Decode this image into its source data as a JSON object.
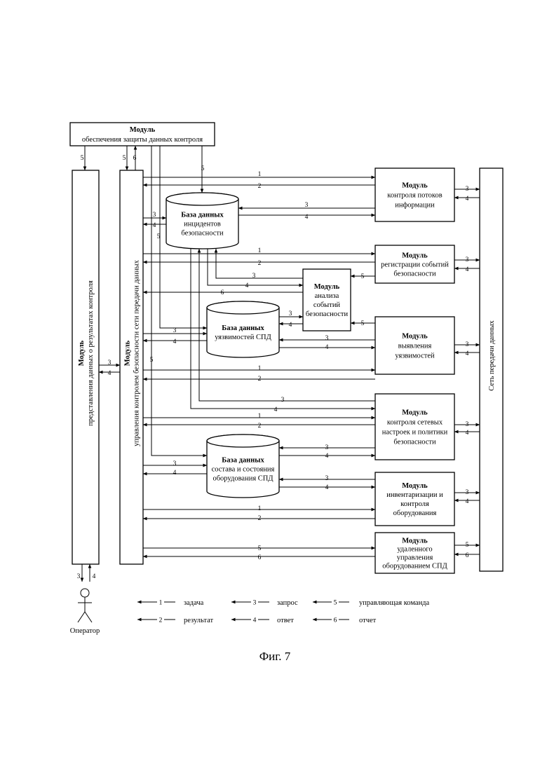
{
  "boxes": [
    {
      "id": "protect",
      "lines": [
        {
          "b": true,
          "t": "Модуль"
        },
        {
          "b": false,
          "t": "обеспечения защиты данных контроля"
        }
      ]
    },
    {
      "id": "flow",
      "lines": [
        {
          "b": true,
          "t": "Модуль"
        },
        {
          "b": false,
          "t": "контроля потоков"
        },
        {
          "b": false,
          "t": "информации"
        }
      ]
    },
    {
      "id": "registration",
      "lines": [
        {
          "b": true,
          "t": "Модуль"
        },
        {
          "b": false,
          "t": "регистрации событий"
        },
        {
          "b": false,
          "t": "безопасности"
        }
      ]
    },
    {
      "id": "analysis",
      "lines": [
        {
          "b": true,
          "t": "Модуль"
        },
        {
          "b": false,
          "t": "анализа"
        },
        {
          "b": false,
          "t": "событий"
        },
        {
          "b": false,
          "t": "безопасности"
        }
      ]
    },
    {
      "id": "vulndetect",
      "lines": [
        {
          "b": true,
          "t": "Модуль"
        },
        {
          "b": false,
          "t": "выявления"
        },
        {
          "b": false,
          "t": "уязвимостей"
        }
      ]
    },
    {
      "id": "netcontrol",
      "lines": [
        {
          "b": true,
          "t": "Модуль"
        },
        {
          "b": false,
          "t": "контроля сетевых"
        },
        {
          "b": false,
          "t": "настроек и политики"
        },
        {
          "b": false,
          "t": "безопасности"
        }
      ]
    },
    {
      "id": "inventory",
      "lines": [
        {
          "b": true,
          "t": "Модуль"
        },
        {
          "b": false,
          "t": "инвентаризации и"
        },
        {
          "b": false,
          "t": "контроля"
        },
        {
          "b": false,
          "t": "оборудования"
        }
      ]
    },
    {
      "id": "remote",
      "lines": [
        {
          "b": true,
          "t": "Модуль"
        },
        {
          "b": false,
          "t": "удаленного"
        },
        {
          "b": false,
          "t": "управления"
        },
        {
          "b": false,
          "t": "оборудованием СПД"
        }
      ]
    }
  ],
  "vertical_boxes": [
    {
      "id": "presentation",
      "lines": [
        {
          "b": true,
          "t": "Модуль"
        },
        {
          "b": false,
          "t": "представления данных о результатах контроля"
        }
      ]
    },
    {
      "id": "management",
      "lines": [
        {
          "b": true,
          "t": "Модуль"
        },
        {
          "b": false,
          "t": "управления контролем безопасности сети передачи данных"
        }
      ]
    },
    {
      "id": "network",
      "lines": [
        {
          "b": false,
          "t": "Сеть передачи данных"
        }
      ]
    }
  ],
  "databases": [
    {
      "id": "db_incidents",
      "lines": [
        {
          "b": true,
          "t": "База данных"
        },
        {
          "b": false,
          "t": "инцидентов"
        },
        {
          "b": false,
          "t": "безопасности"
        }
      ]
    },
    {
      "id": "db_vulns",
      "lines": [
        {
          "b": true,
          "t": "База данных"
        },
        {
          "b": false,
          "t": "уязвимостей СПД"
        }
      ]
    },
    {
      "id": "db_equipment",
      "lines": [
        {
          "b": true,
          "t": "База данных"
        },
        {
          "b": false,
          "t": "состава и состояния"
        },
        {
          "b": false,
          "t": "оборудования СПД"
        }
      ]
    }
  ],
  "operator_label": "Оператор",
  "legend": [
    {
      "num": "1",
      "label": "задача"
    },
    {
      "num": "2",
      "label": "результат"
    },
    {
      "num": "3",
      "label": "запрос"
    },
    {
      "num": "4",
      "label": "ответ"
    },
    {
      "num": "5",
      "label": "управляющая команда"
    },
    {
      "num": "6",
      "label": "отчет"
    }
  ],
  "figure_caption": "Фиг. 7"
}
